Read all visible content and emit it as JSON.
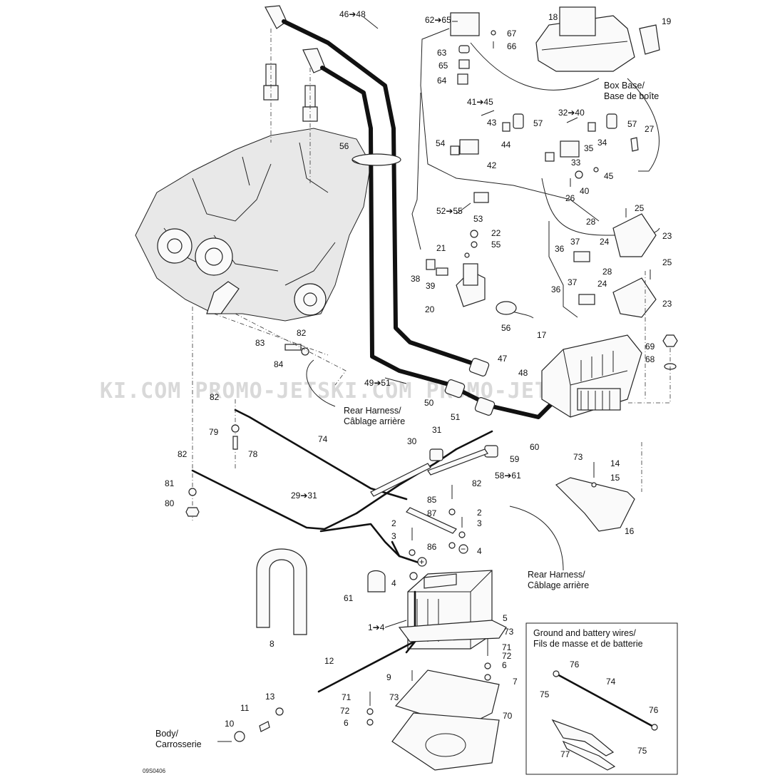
{
  "watermark": "KI.COM  PROMO-JETSKI.COM PROMO-JETSKI.C",
  "diagram_code": "09S0406",
  "notes": {
    "box_base_1": "Box Base/",
    "box_base_2": "Base de boîte",
    "rear_harness_a1": "Rear Harness/",
    "rear_harness_a2": "Câblage arrière",
    "rear_harness_b1": "Rear Harness/",
    "rear_harness_b2": "Câblage arrière",
    "body_1": "Body/",
    "body_2": "Carrosserie",
    "inset_title_1": "Ground and battery wires/",
    "inset_title_2": "Fils de masse et de batterie"
  },
  "callouts": {
    "c46_48": "46➔48",
    "c62_65": "62➔65",
    "c18": "18",
    "c19": "19",
    "c67": "67",
    "c66": "66",
    "c63": "63",
    "c65": "65",
    "c64": "64",
    "c41_45": "41➔45",
    "c43": "43",
    "c57a": "57",
    "c32_40": "32➔40",
    "c57b": "57",
    "c27": "27",
    "c54": "54",
    "c42": "42",
    "c44": "44",
    "c35": "35",
    "c34": "34",
    "c33": "33",
    "c56a": "56",
    "c45": "45",
    "c40": "40",
    "c26": "26",
    "c52_55": "52➔55",
    "c53": "53",
    "c25a": "25",
    "c28a": "28",
    "c22": "22",
    "c55": "55",
    "c21": "21",
    "c24a": "24",
    "c23a": "23",
    "c37a": "37",
    "c36a": "36",
    "c38": "38",
    "c39": "39",
    "c25b": "25",
    "c28b": "28",
    "c37b": "37",
    "c24b": "24",
    "c36b": "36",
    "c23b": "23",
    "c20": "20",
    "c56b": "56",
    "c17": "17",
    "c82a": "82",
    "c83": "83",
    "c84": "84",
    "c69": "69",
    "c68": "68",
    "c47": "47",
    "c49_51": "49➔51",
    "c48": "48",
    "c82b": "82",
    "c50": "50",
    "c51": "51",
    "c79": "79",
    "c78": "78",
    "c74a": "74",
    "c31": "31",
    "c30": "30",
    "c60": "60",
    "c59": "59",
    "c82c": "82",
    "c73a": "73",
    "c14": "14",
    "c15": "15",
    "c58_61": "58➔61",
    "c81": "81",
    "c80": "80",
    "c29_31": "29➔31",
    "c85": "85",
    "c82d": "82",
    "c87": "87",
    "c16": "16",
    "c2a": "2",
    "c3a": "3",
    "c2b": "2",
    "c3b": "3",
    "c86": "86",
    "c4a": "4",
    "c4b": "4",
    "c61": "61",
    "c5": "5",
    "c1_4": "1➔4",
    "c73b": "73",
    "c71a": "71",
    "c72a": "72",
    "c6a": "6",
    "c8": "8",
    "c12": "12",
    "c9": "9",
    "c7": "7",
    "c13": "13",
    "c71b": "71",
    "c73c": "73",
    "c11": "11",
    "c72b": "72",
    "c10": "10",
    "c6b": "6",
    "c70": "70",
    "c76a": "76",
    "c74b": "74",
    "c75a": "75",
    "c76b": "76",
    "c77": "77",
    "c75b": "75"
  }
}
